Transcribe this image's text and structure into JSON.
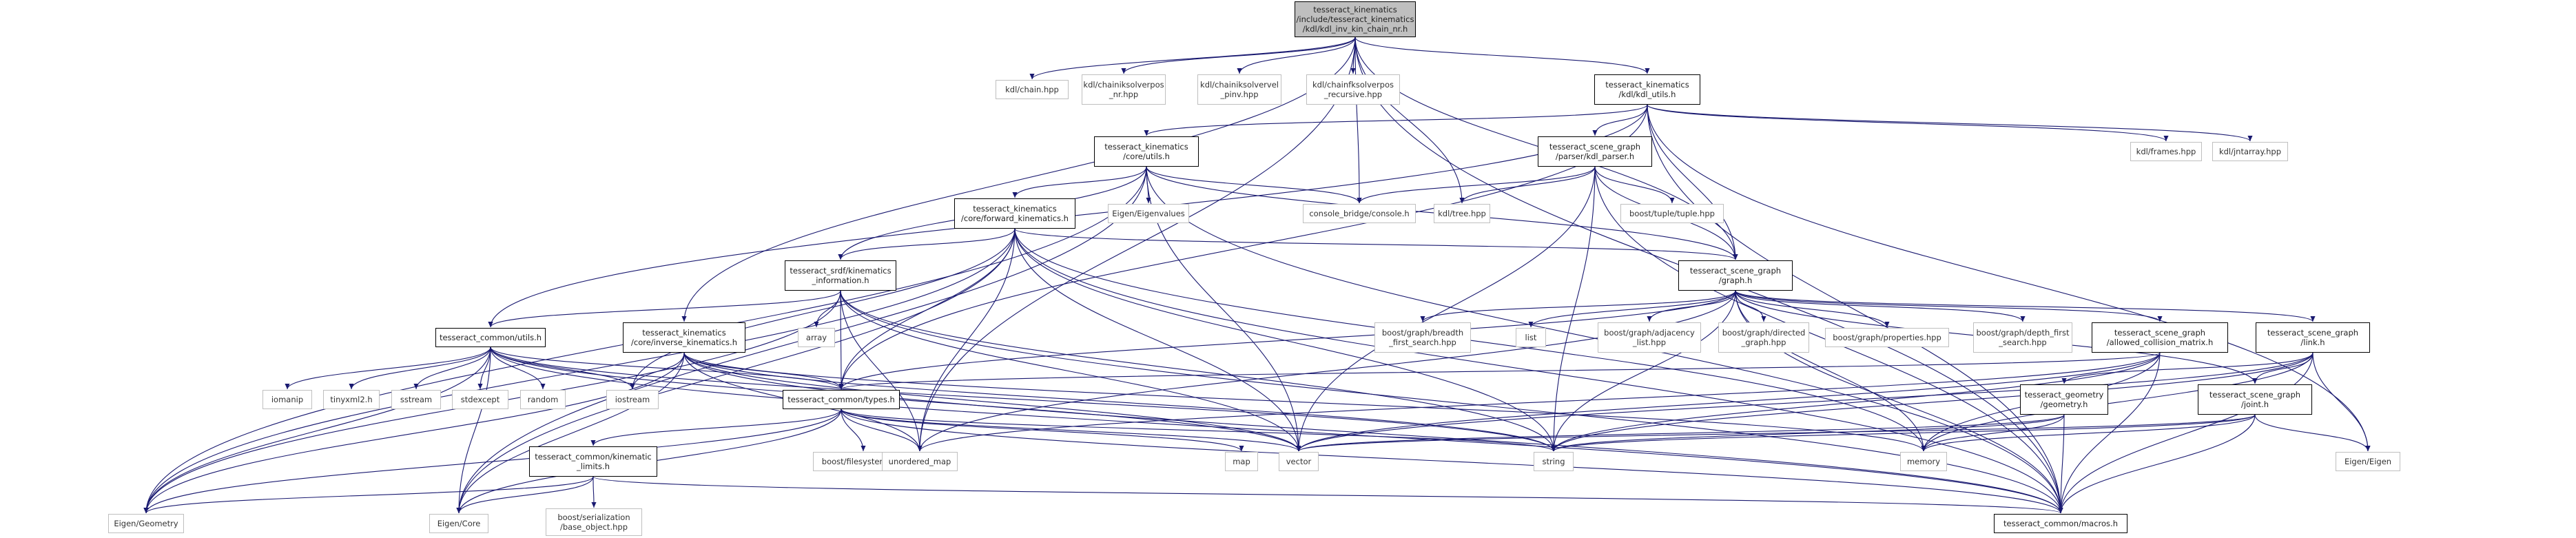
{
  "colors": {
    "edge": "#191970",
    "root_fill": "#bfbfbf",
    "ext_border": "#bfbfbf",
    "proj_border": "#000000"
  },
  "nodes": {
    "root": "tesseract_kinematics\n/include/tesseract_kinematics\n/kdl/kdl_inv_kin_chain_nr.h",
    "kdl_chain": "kdl/chain.hpp",
    "kdl_iksolverpos_nr": "kdl/chainiksolverpos\n_nr.hpp",
    "kdl_iksolvervel_pinv": "kdl/chainiksolvervel\n_pinv.hpp",
    "kdl_fksolverpos": "kdl/chainfksolverpos\n_recursive.hpp",
    "kdl_utils": "tesseract_kinematics\n/kdl/kdl_utils.h",
    "kdl_frames": "kdl/frames.hpp",
    "kdl_jntarray": "kdl/jntarray.hpp",
    "core_utils": "tesseract_kinematics\n/core/utils.h",
    "kdl_parser": "tesseract_scene_graph\n/parser/kdl_parser.h",
    "eigen_values": "Eigen/Eigenvalues",
    "console": "console_bridge/console.h",
    "kdl_tree": "kdl/tree.hpp",
    "boost_tuple": "boost/tuple/tuple.hpp",
    "forward_kin": "tesseract_kinematics\n/core/forward_kinematics.h",
    "graph": "tesseract_scene_graph\n/graph.h",
    "srdf_kin": "tesseract_srdf/kinematics\n_information.h",
    "array": "array",
    "common_utils": "tesseract_common/utils.h",
    "inverse_kin": "tesseract_kinematics\n/core/inverse_kinematics.h",
    "bfs": "boost/graph/breadth\n_first_search.hpp",
    "list": "list",
    "adjacency": "boost/graph/adjacency\n_list.hpp",
    "directed": "boost/graph/directed\n_graph.hpp",
    "properties": "boost/graph/properties.hpp",
    "dfs": "boost/graph/depth_first\n_search.hpp",
    "acm": "tesseract_scene_graph\n/allowed_collision_matrix.h",
    "link": "tesseract_scene_graph\n/link.h",
    "iomanip": "iomanip",
    "tinyxml2": "tinyxml2.h",
    "sstream": "sstream",
    "stdexcept": "stdexcept",
    "random": "random",
    "iostream": "iostream",
    "common_types": "tesseract_common/types.h",
    "geometry": "tesseract_geometry\n/geometry.h",
    "joint": "tesseract_scene_graph\n/joint.h",
    "kin_limits": "tesseract_common/kinematic\n_limits.h",
    "filesystem": "boost/filesystem.hpp",
    "unordered_map": "unordered_map",
    "map": "map",
    "vector": "vector",
    "string": "string",
    "memory": "memory",
    "eigen_eigen": "Eigen/Eigen",
    "eigen_geometry": "Eigen/Geometry",
    "eigen_core": "Eigen/Core",
    "serialization": "boost/serialization\n/base_object.hpp",
    "macros": "tesseract_common/macros.h"
  }
}
